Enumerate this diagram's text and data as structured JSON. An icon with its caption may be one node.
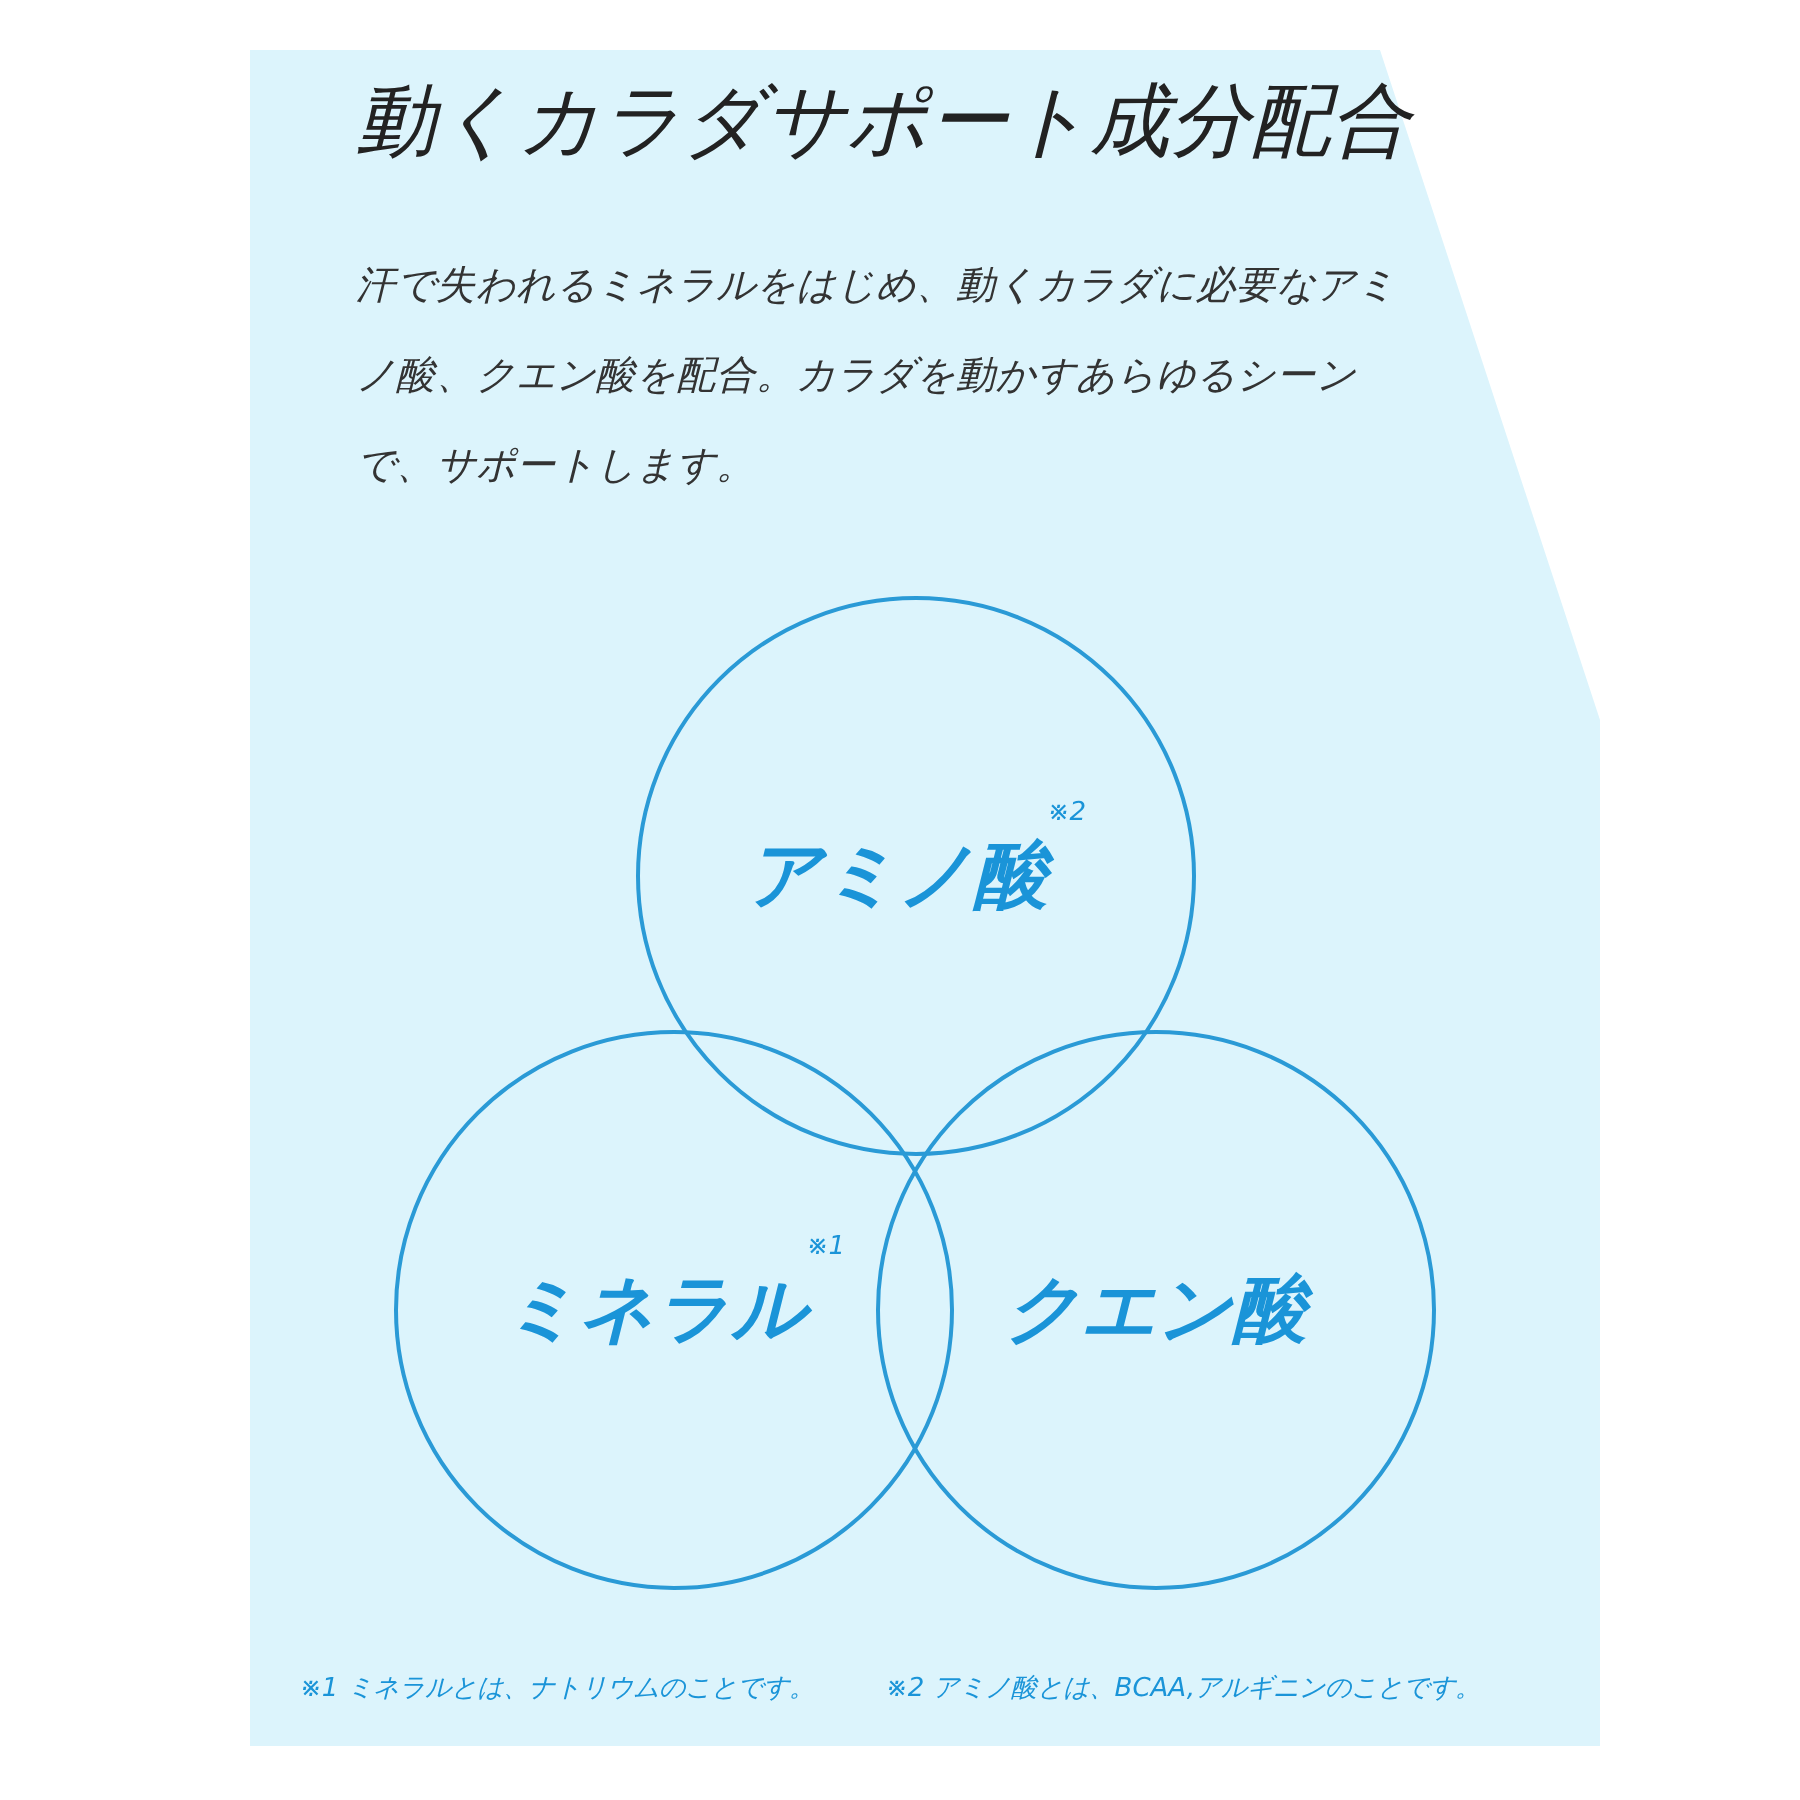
{
  "diagram": {
    "title": "動くカラダサポート成分配合",
    "nodes": [
      {
        "text": [
          "アミノ酸$^{※2}$"
        ]
      },
      {
        "text": [
          "ミネラル$^{※1}$"
        ]
      },
      {
        "text": [
          "クエン酸"
        ]
      }
    ],
    "labels": [
      "汗で失われるミネラルをはじめ、動くカラダに必要なアミノ酸、クエン酸を配合。カラダを動かすあらゆるシーンで、サポートします。",
      "※1 ミネラルとは、ナトリウムのことです。",
      "※2 アミノ酸とは、BCAA,アルギニンのことです。"
    ]
  }
}
